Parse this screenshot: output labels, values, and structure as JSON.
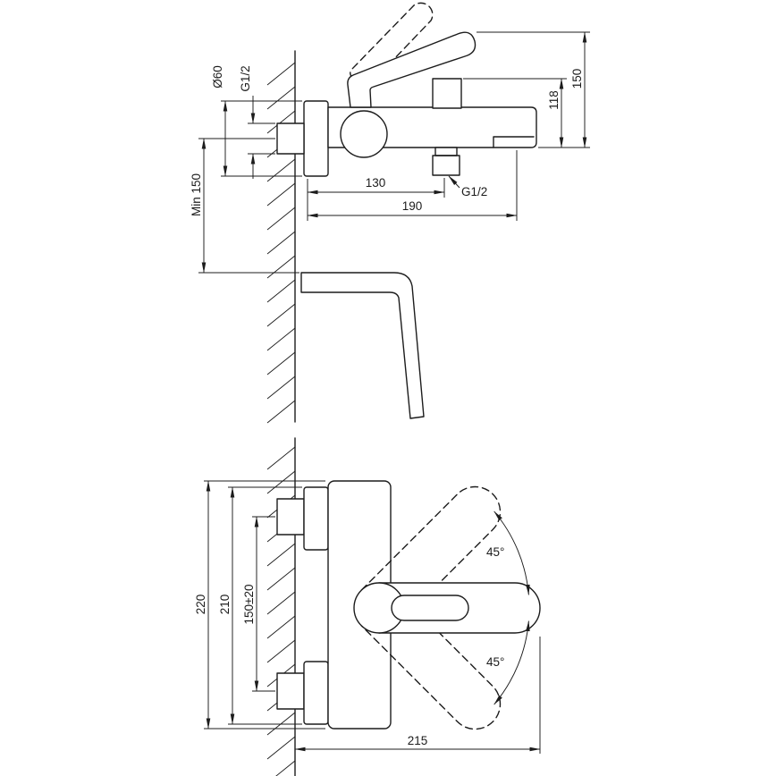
{
  "canvas": {
    "background": "#ffffff",
    "line_color": "#1c1c1c"
  },
  "side_view": {
    "dimensions": {
      "escutcheon_diameter": "Ø60",
      "wall_inlet_thread": "G1/2",
      "min_height_above_rim": "Min 150",
      "wall_to_shower_outlet": "130",
      "wall_to_spout_end": "190",
      "outlet_to_body_top": "118",
      "body_to_handle_top": "150",
      "shower_outlet_thread": "G1/2"
    }
  },
  "front_view": {
    "dimensions": {
      "body_overall_height": "220",
      "escutcheon_outer_span": "210",
      "connection_centre_distance": "150±20",
      "handle_swing_up": "45°",
      "handle_swing_down": "45°",
      "wall_to_handle_end": "215"
    }
  }
}
